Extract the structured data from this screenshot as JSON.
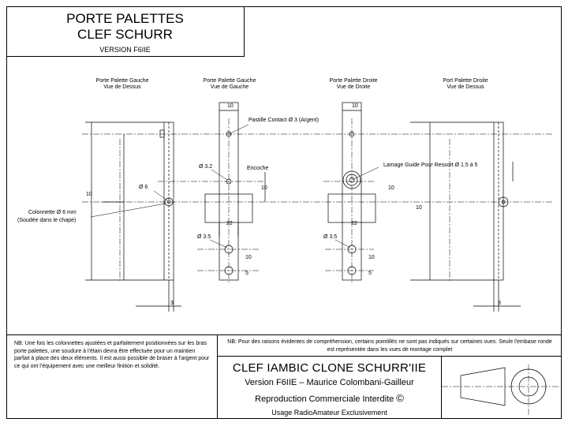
{
  "title": {
    "line1": "PORTE PALETTES",
    "line2": "CLEF SCHURR",
    "version": "VERSION F6IIE"
  },
  "views": [
    {
      "label": "Porte Palette Gauche\nVue de Dessus"
    },
    {
      "label": "Porte Palette Gauche\nVue de Gauche"
    },
    {
      "label": "Porte Palette Droite\nVue de Droite"
    },
    {
      "label": "Port Palette Droite\nVue de Dessus"
    }
  ],
  "annotations": {
    "pastille": "Pastille Contact Ø 3 (Argent)",
    "lamage": "Lamage Guide Pour Ressort Ø 1.5 à 5",
    "encoche": "Encoche",
    "d32": "Ø 3.2",
    "d6": "Ø 6",
    "d35a": "Ø 3.5",
    "d35b": "Ø 3.5",
    "colonnette": "Colonnette Ø 6 mm",
    "soudee": "(Soudée dans le chape)"
  },
  "dims": {
    "d10a": "10",
    "d10b": "10",
    "d10c": "10",
    "d10d": "10",
    "d10e": "10",
    "d10f": "10",
    "d10g": "10",
    "d10h": "10",
    "d22a": "22",
    "d22b": "22",
    "d5a": "5",
    "d5b": "5",
    "d3a": "3",
    "d3b": "3"
  },
  "notes": {
    "left": "NB: Une fois les colonnettes ajustées et parfaitement positionnées sur les bras porte palettes, une soudure à l'étain devra être effectuée pour un maintien parfait à place des deux éléments. Il est aussi possible de braser à l'argent pour ce qui ont l'équipement avec une meilleur finition et solidité.",
    "right": "NB: Pour des raisons évidentes de compréhension, certains pointillés ne sont pas indiqués sur certaines vues. Seule l'embase ronde est représentée dans les vues de montage complet"
  },
  "titleblock": {
    "name": "CLEF IAMBIC CLONE SCHURR'IIE",
    "version": "Version F6IIE – Maurice Colombani-Gailleur",
    "repro": "Reproduction Commerciale Interdite",
    "copyright": "©",
    "usage": "Usage RadioAmateur Exclusivement"
  }
}
